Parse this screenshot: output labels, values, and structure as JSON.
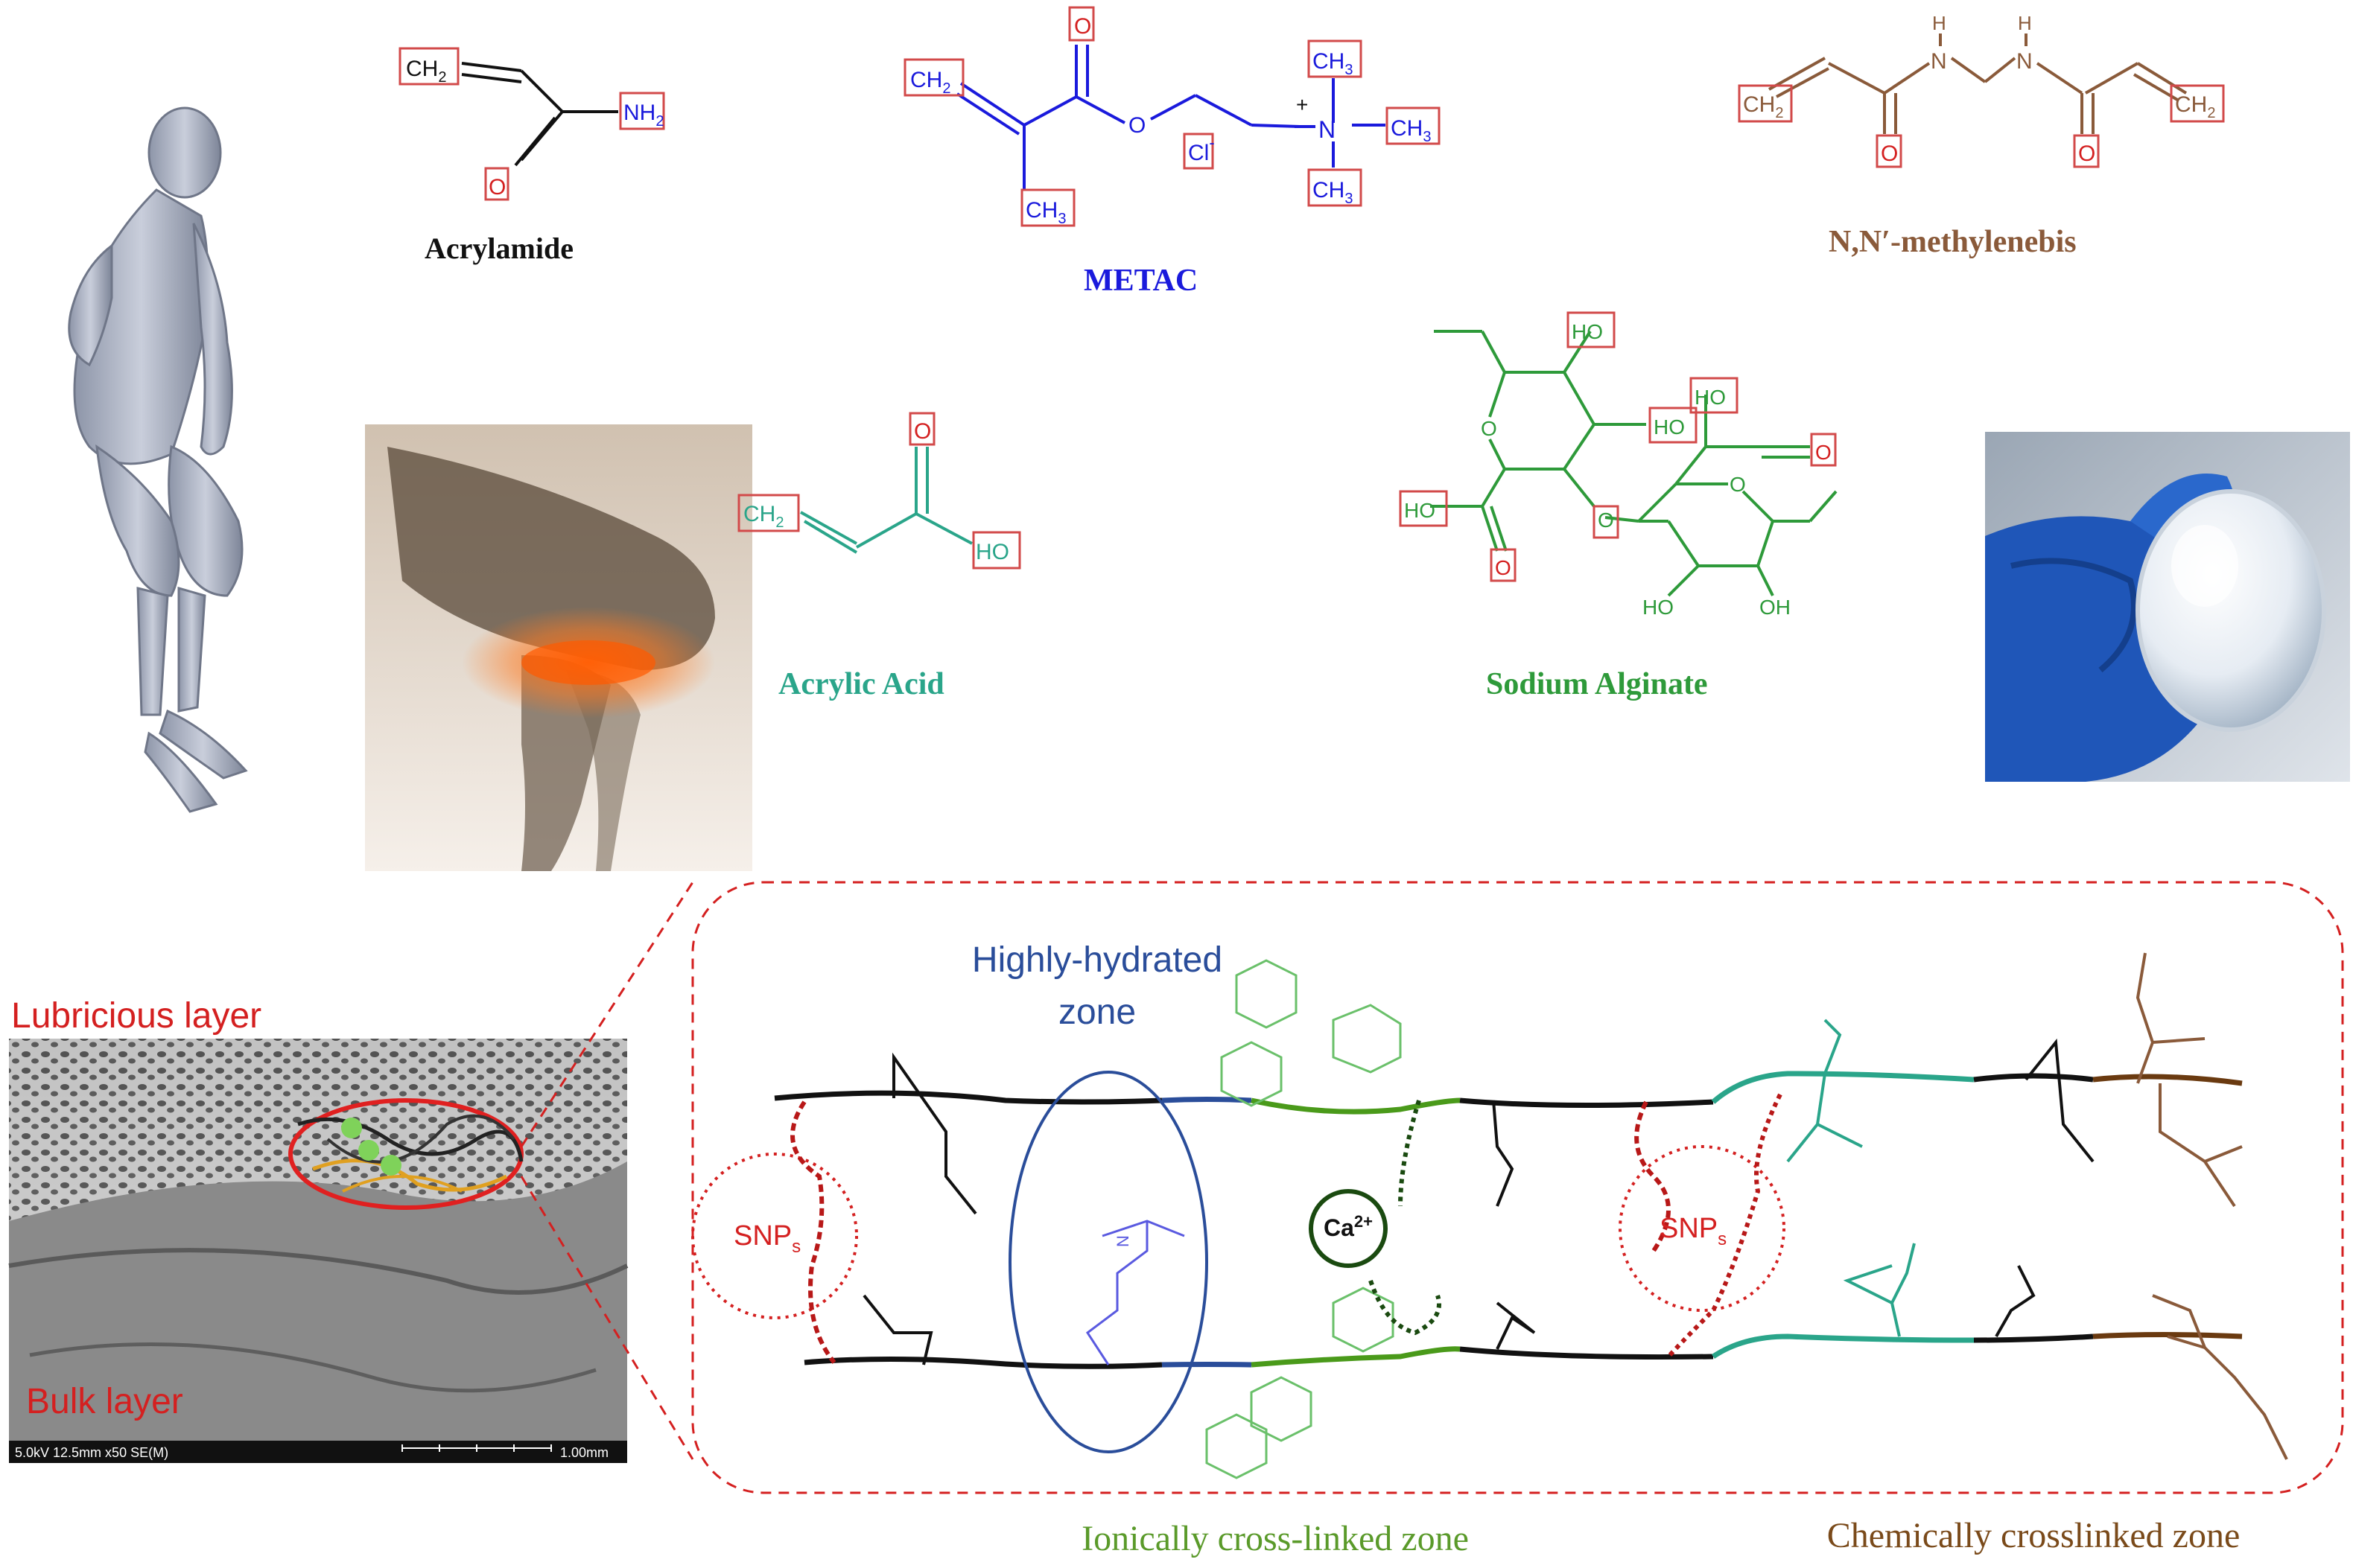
{
  "compounds": {
    "acrylamide": {
      "name": "Acrylamide",
      "atoms": {
        "ch2": "CH",
        "ch2_sub": "2",
        "nh2": "NH",
        "nh2_sub": "2",
        "o": "O"
      }
    },
    "metac": {
      "name": "METAC",
      "atoms": {
        "o_top": "O",
        "ch2": "CH",
        "ch2_sub": "2",
        "o_ester": "O",
        "cl": "Cl",
        "cl_charge": "-",
        "n": "N",
        "plus": "+",
        "ch3_top": "CH",
        "ch3_right": "CH",
        "ch3_bottom": "CH",
        "ch3_left": "CH",
        "ch3_sub": "3"
      }
    },
    "mbaa": {
      "name": "N,N′-methylenebis",
      "atoms": {
        "h": "H",
        "n": "N",
        "ch2": "CH",
        "ch2_sub": "2",
        "o": "O"
      }
    },
    "acrylic_acid": {
      "name": "Acrylic Acid",
      "atoms": {
        "ch2": "CH",
        "ch2_sub": "2",
        "o": "O",
        "ho": "HO"
      }
    },
    "sodium_alginate": {
      "name": "Sodium Alginate",
      "atoms": {
        "ho": "HO",
        "oh": "OH",
        "o": "O"
      }
    }
  },
  "sem": {
    "top_label": "Lubricious layer",
    "bottom_label": "Bulk layer",
    "info_bar": "5.0kV 12.5mm x50 SE(M)",
    "scale_label": "1.00mm"
  },
  "network": {
    "zone_highly_hydrated_line1": "Highly-hydrated",
    "zone_highly_hydrated_line2": "zone",
    "zone_ionic": "Ionically cross-linked zone",
    "zone_chemical": "Chemically crosslinked zone",
    "snp_main": "SNP",
    "snp_sub": "s",
    "ca_main": "Ca",
    "ca_sup": "2+"
  },
  "colors": {
    "acrylamide": "#111111",
    "metac": "#1a1adc",
    "mbaa": "#8a5a3a",
    "acrylic_acid": "#2aa58a",
    "alginate": "#2e9a3a",
    "red": "#d42020",
    "blue_zone": "#2a4d9a",
    "green_zone": "#5a9a2a",
    "brown_zone": "#7a4a1a"
  }
}
